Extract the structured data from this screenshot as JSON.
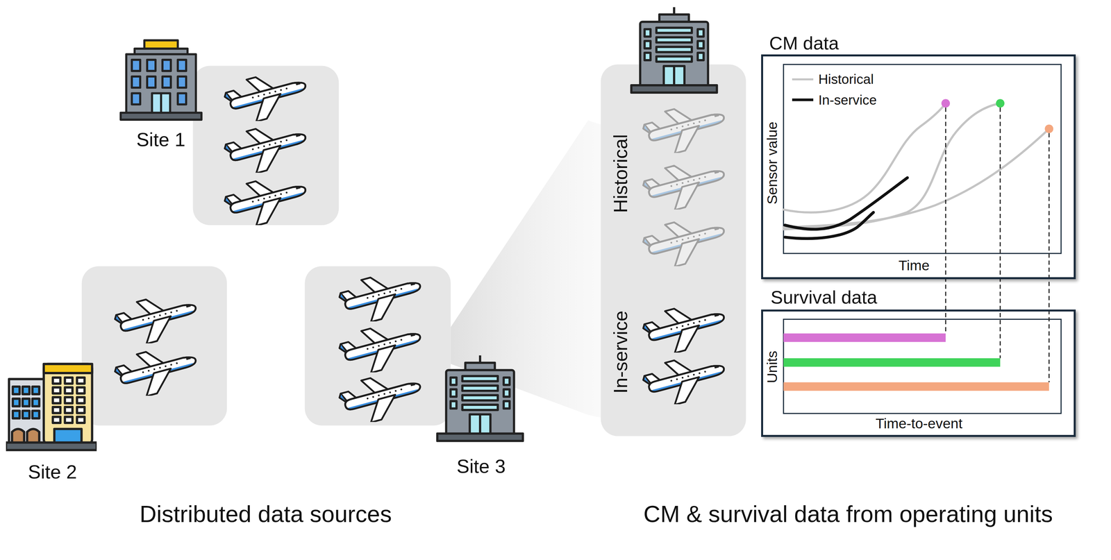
{
  "diagram": {
    "nodes": [
      {
        "text": [
          "Site 1"
        ]
      },
      {
        "text": [
          "Site 2"
        ]
      },
      {
        "text": [
          "Site 3"
        ]
      },
      {
        "text": [
          "Historical",
          "In-service"
        ]
      },
      {
        "text": [
          "CM data"
        ]
      },
      {
        "text": [
          "Survival data"
        ]
      }
    ],
    "labels": [
      "Sensor value",
      "Time",
      "Units",
      "Time-to-event",
      "Distributed data sources",
      "CM & survival data from operating units"
    ],
    "legend": [
      {
        "text": "Historical"
      },
      {
        "text": "In-service"
      }
    ]
  }
}
